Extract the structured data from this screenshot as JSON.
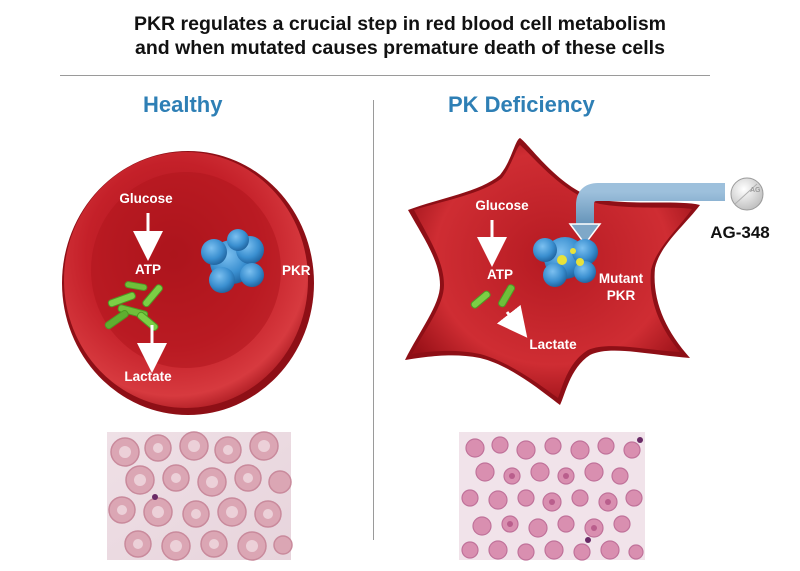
{
  "title": {
    "line1": "PKR regulates a crucial step in red blood cell metabolism",
    "line2": "and when mutated causes premature death of these cells"
  },
  "healthy": {
    "heading": "Healthy",
    "labels": {
      "glucose": "Glucose",
      "atp": "ATP",
      "lactate": "Lactate",
      "pkr": "PKR"
    }
  },
  "deficiency": {
    "heading": "PK Deficiency",
    "labels": {
      "glucose": "Glucose",
      "atp": "ATP",
      "lactate": "Lactate",
      "mutant": "Mutant",
      "pkr": "PKR"
    }
  },
  "drug": {
    "name": "AG-348",
    "pill_imprint": "AG"
  },
  "colors": {
    "heading": "#2e7fb5",
    "cell_red": "#c8232b",
    "protein_blue": "#3a8fd0",
    "atp_green": "#6fbf3a",
    "arrow_blue": "#7fa8c8"
  }
}
